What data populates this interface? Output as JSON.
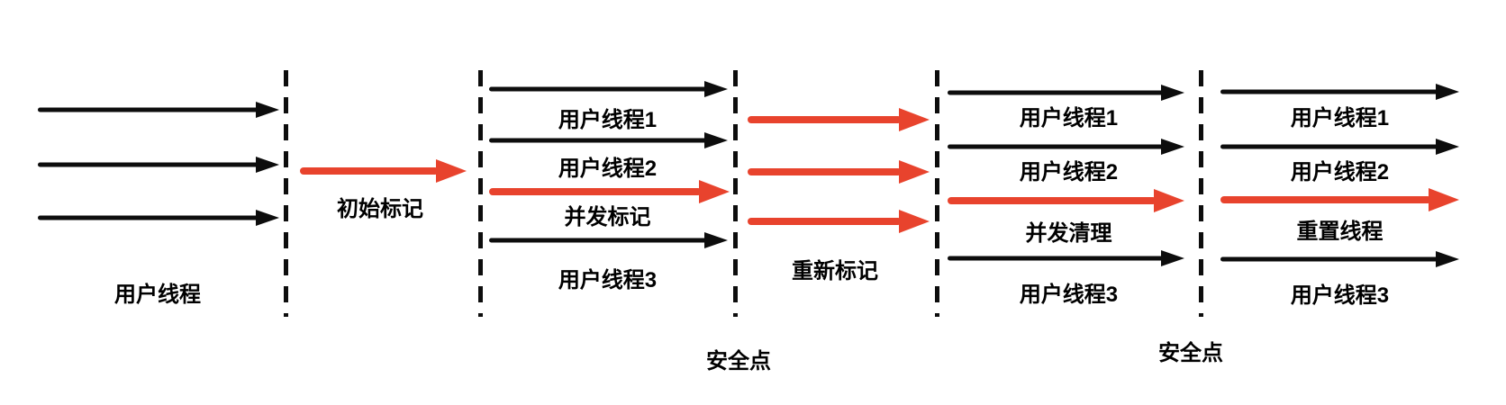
{
  "colors": {
    "arrow_black": "#0d0d0d",
    "arrow_red": "#e8432d",
    "text": "#000000",
    "background": "#ffffff"
  },
  "stages": {
    "user_threads": {
      "label": "用户线程"
    },
    "initial_mark": {
      "label": "初始标记"
    },
    "concurrent_mark": {
      "thread1_label": "用户线程1",
      "thread2_label": "用户线程2",
      "phase_label": "并发标记",
      "thread3_label": "用户线程3"
    },
    "remark": {
      "label": "重新标记"
    },
    "concurrent_sweep": {
      "thread1_label": "用户线程1",
      "thread2_label": "用户线程2",
      "phase_label": "并发清理",
      "thread3_label": "用户线程3"
    },
    "reset_threads": {
      "thread1_label": "用户线程1",
      "thread2_label": "用户线程2",
      "phase_label": "重置线程",
      "thread3_label": "用户线程3"
    },
    "safepoint_left": {
      "label": "安全点"
    },
    "safepoint_right": {
      "label": "安全点"
    }
  }
}
